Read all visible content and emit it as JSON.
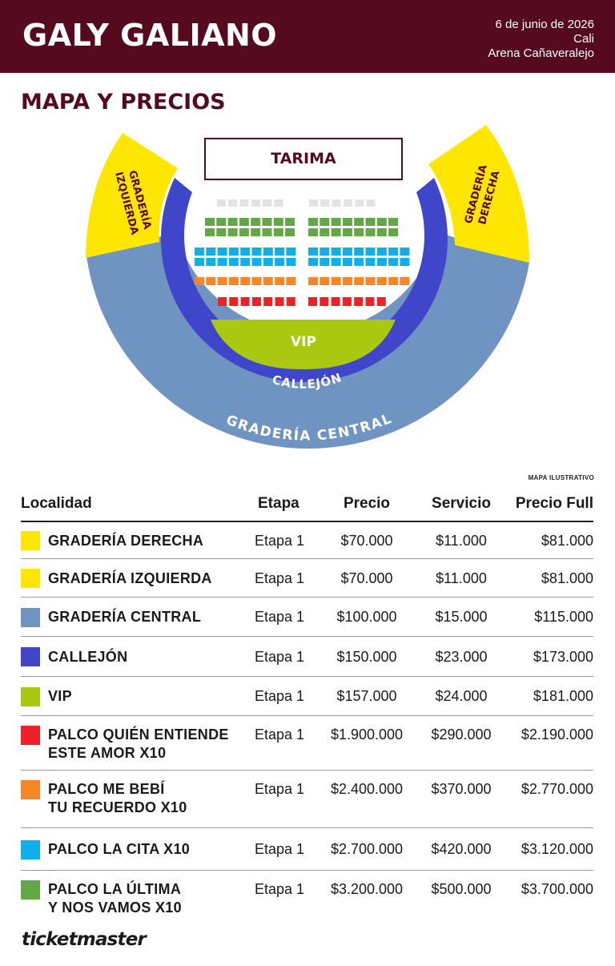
{
  "header": {
    "artist": "GALY GALIANO",
    "date": "6 de junio de 2026",
    "city": "Cali",
    "venue": "Arena Cañaveralejo"
  },
  "section_title": "MAPA Y PRECIOS",
  "map": {
    "stage": "TARIMA",
    "left_stand": [
      "GRADERÍA",
      "IZQUIERDA"
    ],
    "right_stand": [
      "GRADERÍA",
      "DERECHA"
    ],
    "vip": "VIP",
    "alley": "CALLEJÓN",
    "central": "GRADERÍA CENTRAL",
    "note": "MAPA ILUSTRATIVO"
  },
  "colors": {
    "header_bg": "#560a1f",
    "yellow": "#ffe600",
    "blue_gray": "#7094c2",
    "indigo": "#4046c9",
    "lime": "#a9c80f",
    "red": "#ee2129",
    "orange": "#f7862b",
    "cyan": "#10aeeb",
    "green": "#62a846",
    "light_gray": "#e2e2e2"
  },
  "table": {
    "headers": {
      "localidad": "Localidad",
      "etapa": "Etapa",
      "precio": "Precio",
      "servicio": "Servicio",
      "full": "Precio Full"
    },
    "rows": [
      {
        "color": "#ffe600",
        "name": [
          "GRADERÍA DERECHA"
        ],
        "etapa": "Etapa 1",
        "precio": "$70.000",
        "servicio": "$11.000",
        "full": "$81.000"
      },
      {
        "color": "#ffe600",
        "name": [
          "GRADERÍA IZQUIERDA"
        ],
        "etapa": "Etapa 1",
        "precio": "$70.000",
        "servicio": "$11.000",
        "full": "$81.000"
      },
      {
        "color": "#7094c2",
        "name": [
          "GRADERÍA CENTRAL"
        ],
        "etapa": "Etapa 1",
        "precio": "$100.000",
        "servicio": "$15.000",
        "full": "$115.000"
      },
      {
        "color": "#4046c9",
        "name": [
          "CALLEJÓN"
        ],
        "etapa": "Etapa 1",
        "precio": "$150.000",
        "servicio": "$23.000",
        "full": "$173.000"
      },
      {
        "color": "#a9c80f",
        "name": [
          "VIP"
        ],
        "etapa": "Etapa 1",
        "precio": "$157.000",
        "servicio": "$24.000",
        "full": "$181.000"
      },
      {
        "color": "#ee2129",
        "name": [
          "PALCO QUIÉN ENTIENDE",
          "ESTE AMOR X10"
        ],
        "etapa": "Etapa 1",
        "precio": "$1.900.000",
        "servicio": "$290.000",
        "full": "$2.190.000"
      },
      {
        "color": "#f7862b",
        "name": [
          "PALCO ME BEBÍ",
          "TU RECUERDO X10"
        ],
        "etapa": "Etapa 1",
        "precio": "$2.400.000",
        "servicio": "$370.000",
        "full": "$2.770.000"
      },
      {
        "color": "#10aeeb",
        "name": [
          "PALCO LA CITA X10"
        ],
        "etapa": "Etapa 1",
        "precio": "$2.700.000",
        "servicio": "$420.000",
        "full": "$3.120.000"
      },
      {
        "color": "#62a846",
        "name": [
          "PALCO LA ÚLTIMA",
          "Y NOS VAMOS X10"
        ],
        "etapa": "Etapa 1",
        "precio": "$3.200.000",
        "servicio": "$500.000",
        "full": "$3.700.000"
      }
    ]
  },
  "brand": "ticketmaster"
}
